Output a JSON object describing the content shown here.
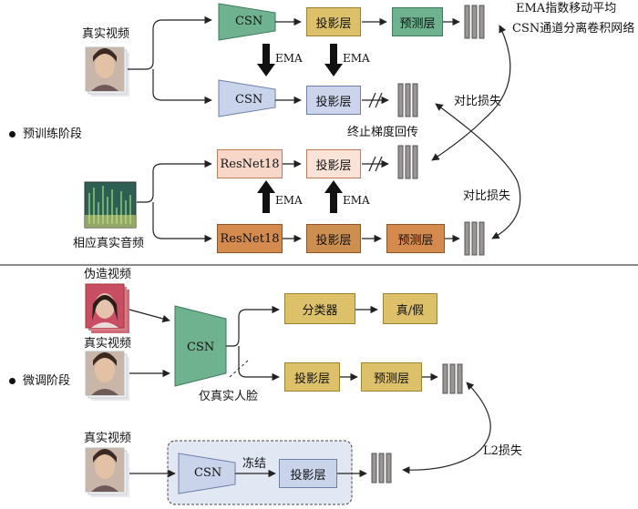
{
  "legend": {
    "ema": "EMA指数移动平均",
    "csn": "CSN通道分离卷积网络"
  },
  "stages": {
    "pretrain": "预训练阶段",
    "finetune": "微调阶段"
  },
  "labels": {
    "real_video_1": "真实视频",
    "audio": "相应真实音频",
    "fake_video": "伪造视频",
    "real_video_2": "真实视频",
    "real_video_3": "真实视频",
    "ema": "EMA",
    "contrastive_loss_1": "对比损失",
    "contrastive_loss_2": "对比损失",
    "stop_gradient": "终止梯度回传",
    "real_faces_only": "仅真实人脸",
    "l2_loss": "L2损失",
    "frozen": "冻结"
  },
  "blocks": {
    "csn": "CSN",
    "resnet": "ResNet18",
    "projection": "投影层",
    "prediction": "预测层",
    "classifier": "分类器",
    "real_fake": "真/假"
  },
  "colors": {
    "csn_online": "#6fb28f",
    "csn_target": "#c9d3ea",
    "proj_online": "#dcc06a",
    "proj_target": "#ccd4ec",
    "resnet_target": "#f8d6c8",
    "resnet_online": "#d58a4e",
    "proj_audio_target": "#fbe3d7",
    "proj_audio_online": "#cd8f4f",
    "finetune_csn": "#6fb28f",
    "finetune_blocks": "#dcc06a",
    "frozen_panel": "#e2e7f4",
    "frozen_blocks": "#c9d3ea",
    "feature_bars": "#9b9595"
  }
}
